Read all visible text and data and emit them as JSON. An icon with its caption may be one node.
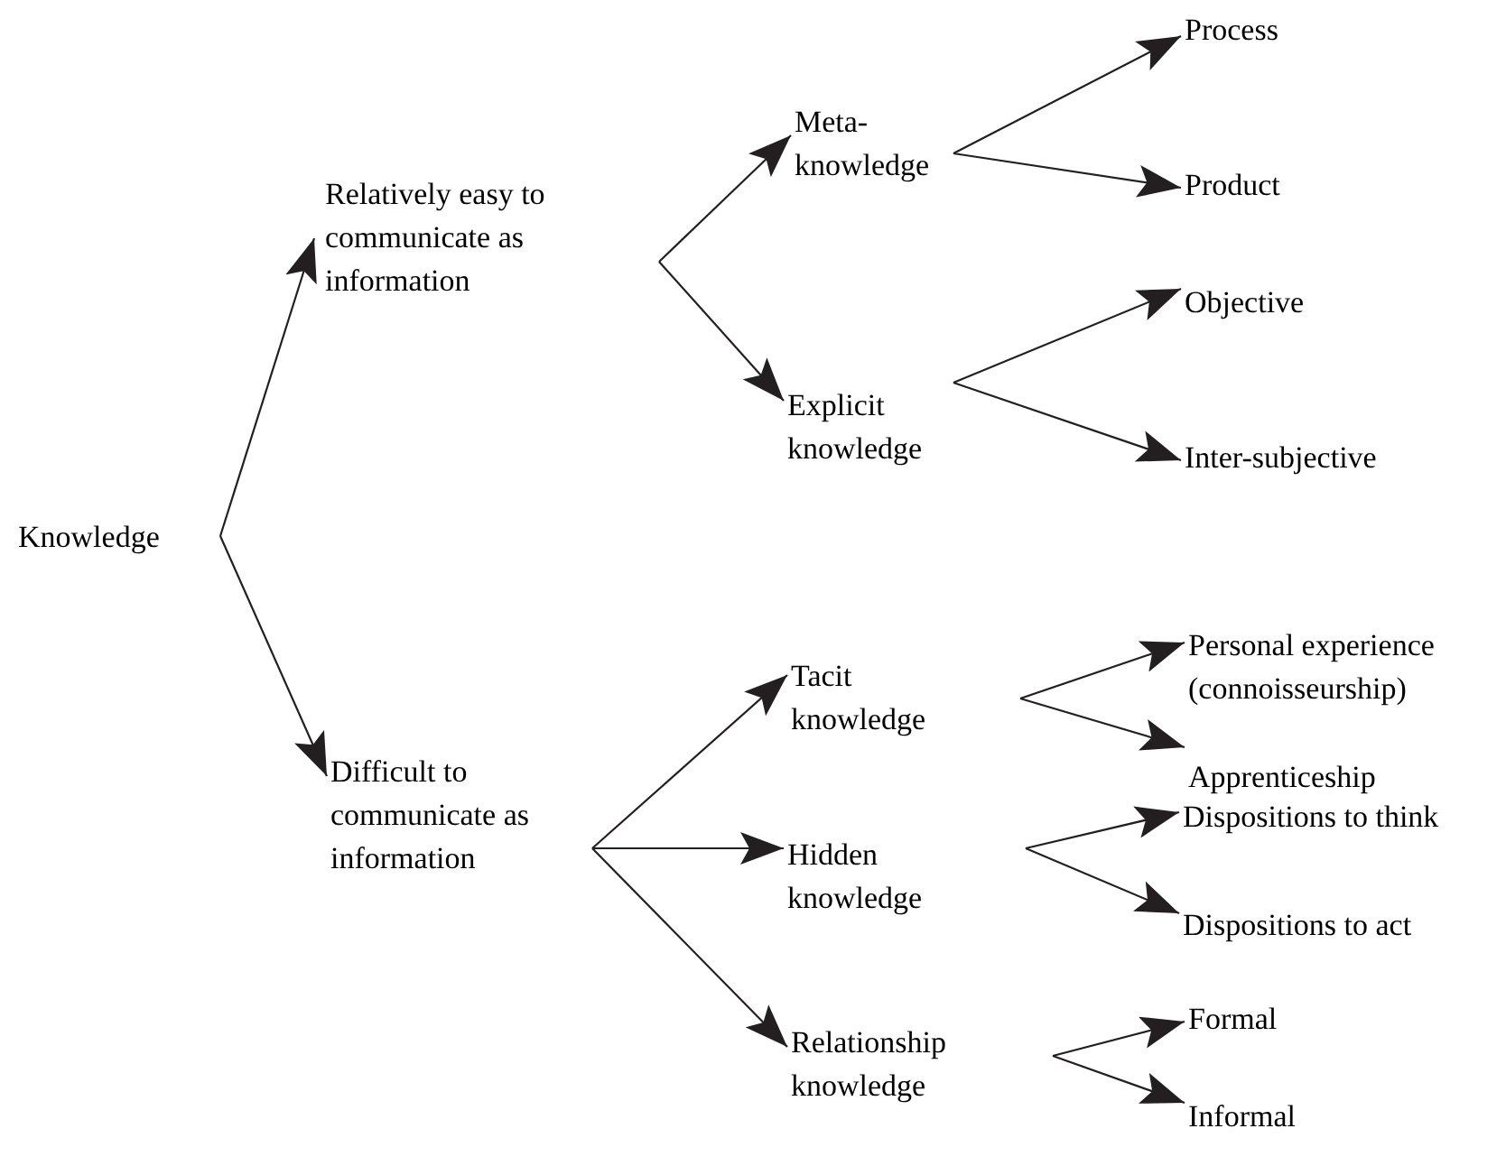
{
  "diagram": {
    "nodes": [
      {
        "text": [
          "Knowledge"
        ]
      },
      {
        "text": [
          "Relatively easy to communicate as information"
        ]
      },
      {
        "text": [
          "Difficult to communicate as information"
        ]
      },
      {
        "text": [
          "Meta-knowledge"
        ]
      },
      {
        "text": [
          "Explicit knowledge"
        ]
      },
      {
        "text": [
          "Tacit knowledge"
        ]
      },
      {
        "text": [
          "Hidden knowledge"
        ]
      },
      {
        "text": [
          "Relationship knowledge"
        ]
      },
      {
        "text": [
          "Process"
        ]
      },
      {
        "text": [
          "Product"
        ]
      },
      {
        "text": [
          "Objective"
        ]
      },
      {
        "text": [
          "Inter-subjective"
        ]
      },
      {
        "text": [
          "Personal experience (connoisseurship)"
        ]
      },
      {
        "text": [
          "Apprenticeship"
        ]
      },
      {
        "text": [
          "Dispositions to think"
        ]
      },
      {
        "text": [
          "Dispositions to act"
        ]
      },
      {
        "text": [
          "Formal"
        ]
      },
      {
        "text": [
          "Informal"
        ]
      }
    ],
    "edges": [
      {
        "from": 0,
        "to": 1,
        "arrow": "to"
      },
      {
        "from": 0,
        "to": 2,
        "arrow": "to"
      },
      {
        "from": 1,
        "to": 3,
        "arrow": "to"
      },
      {
        "from": 1,
        "to": 4,
        "arrow": "to"
      },
      {
        "from": 2,
        "to": 5,
        "arrow": "to"
      },
      {
        "from": 2,
        "to": 6,
        "arrow": "to"
      },
      {
        "from": 2,
        "to": 7,
        "arrow": "to"
      },
      {
        "from": 3,
        "to": 8,
        "arrow": "to"
      },
      {
        "from": 3,
        "to": 9,
        "arrow": "to"
      },
      {
        "from": 4,
        "to": 10,
        "arrow": "to"
      },
      {
        "from": 4,
        "to": 11,
        "arrow": "to"
      },
      {
        "from": 5,
        "to": 12,
        "arrow": "to"
      },
      {
        "from": 5,
        "to": 13,
        "arrow": "to"
      },
      {
        "from": 6,
        "to": 14,
        "arrow": "to"
      },
      {
        "from": 6,
        "to": 15,
        "arrow": "to"
      },
      {
        "from": 7,
        "to": 16,
        "arrow": "to"
      },
      {
        "from": 7,
        "to": 17,
        "arrow": "to"
      }
    ]
  }
}
